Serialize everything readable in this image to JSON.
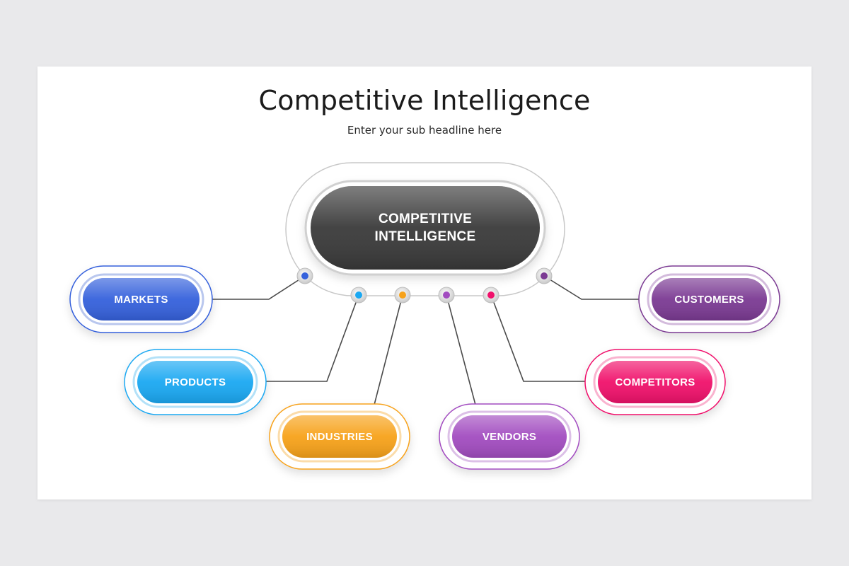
{
  "title": "Competitive Intelligence",
  "subtitle": "Enter your sub headline here",
  "center": {
    "label": "COMPETITIVE\nINTELLIGENCE",
    "color": "#3a3a3a"
  },
  "nodes": [
    {
      "id": "markets",
      "label": "MARKETS",
      "color": "#3561dc"
    },
    {
      "id": "products",
      "label": "PRODUCTS",
      "color": "#1aa8f2"
    },
    {
      "id": "industries",
      "label": "INDUSTRIES",
      "color": "#f7a21a"
    },
    {
      "id": "vendors",
      "label": "VENDORS",
      "color": "#a24cc0"
    },
    {
      "id": "competitors",
      "label": "COMPETITORS",
      "color": "#f0116b"
    },
    {
      "id": "customers",
      "label": "CUSTOMERS",
      "color": "#7b3a93"
    }
  ]
}
